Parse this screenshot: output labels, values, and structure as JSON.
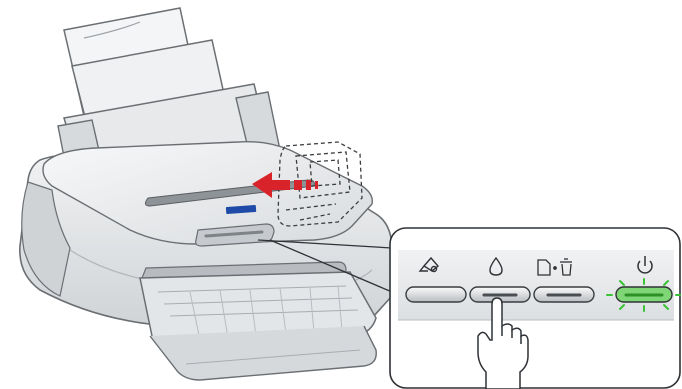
{
  "illustration": {
    "subject": "printer-with-control-panel-callout",
    "cartridge_holder_state": "moving-left",
    "pressed_button": "ink-button",
    "colors": {
      "printer_body": "#e4e6e8",
      "printer_shadow": "#bfc3c7",
      "outline": "#6b6f73",
      "arrow_red": "#d9232b",
      "indicator_blue": "#1f4aa8",
      "power_light_green": "#39c234",
      "callout_panel": "#e9ebed"
    }
  },
  "control_panel": {
    "buttons": [
      {
        "id": "maintenance",
        "icon": "maintenance-icon"
      },
      {
        "id": "ink",
        "icon": "ink-drop-icon"
      },
      {
        "id": "paper",
        "icon": "paper-trash-icon"
      },
      {
        "id": "power",
        "icon": "power-icon"
      }
    ],
    "power_light": "on"
  }
}
